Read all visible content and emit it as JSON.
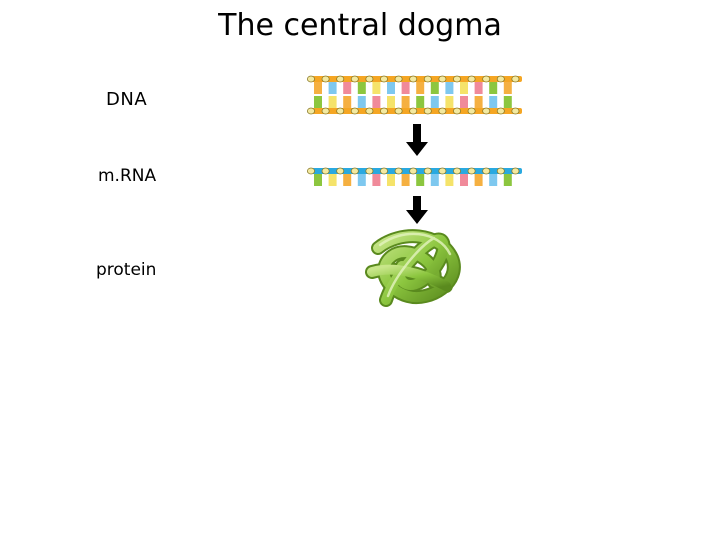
{
  "title": "The central dogma",
  "labels": {
    "dna": "DNA",
    "mrna": "m.RNA",
    "protein": "protein"
  },
  "colors": {
    "dna_backbone": "#f5a623",
    "rna_backbone": "#29a9e0",
    "protein": "#8cc63f",
    "arrow": "#000000",
    "base_pink": "#f08a9a",
    "base_green": "#8cc63f",
    "base_blue": "#7ec8ef",
    "base_orange": "#f5b041",
    "base_yellow": "#f5e36a"
  },
  "icons": {
    "dna": "double-helix-ladder",
    "mrna": "single-strand-comb",
    "protein": "folded-protein-coil",
    "arrow": "down-arrow"
  }
}
